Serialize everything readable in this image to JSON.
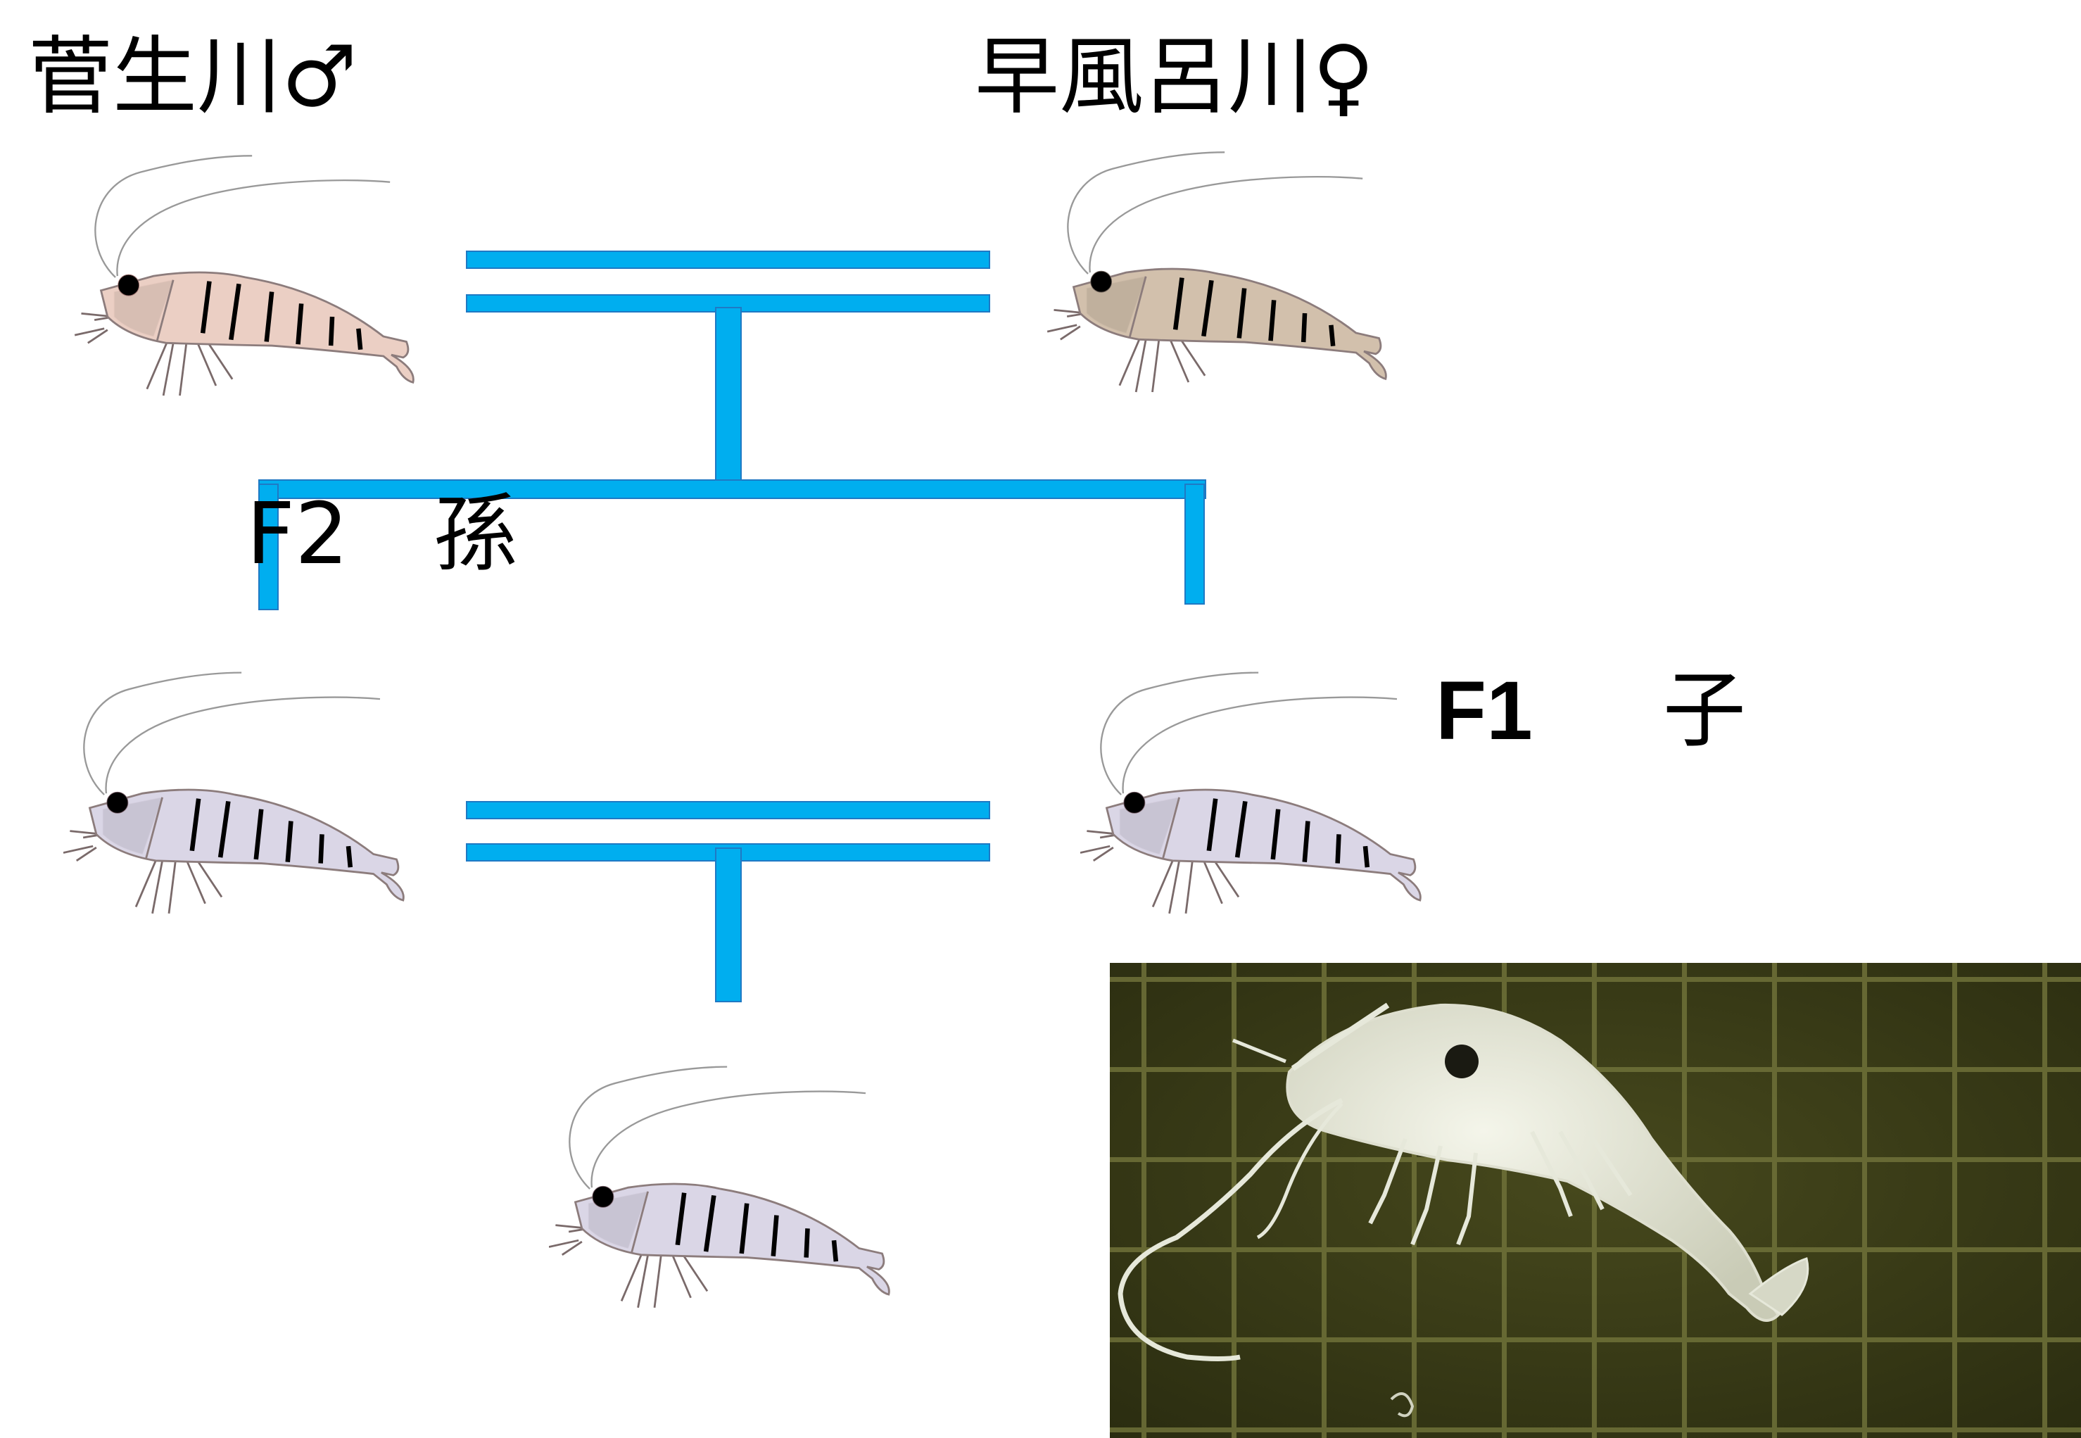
{
  "labels": {
    "male_parent": "菅生川♂",
    "female_parent": "早風呂川♀",
    "f2_label": "F2　孫",
    "f1_code": "F1",
    "f1_word": "子"
  },
  "colors": {
    "connector": "#00AEEF",
    "connector_stroke": "#1F79C4",
    "male_body": "#EBCFC4",
    "female_body": "#D2C0AC",
    "offspring_body": "#DAD6E6",
    "stripe_male": "#9A6F6C",
    "stripe_female": "#70645C",
    "stripe_offspring": "#7D646E",
    "eye": "#000000",
    "photo_bg": "#3A3D16",
    "photo_grid": "#6A6C38",
    "photo_shrimp": "#E6E8DA"
  },
  "icons": {
    "shrimp": "shrimp-illustration",
    "photo": "shrimp-photo"
  }
}
